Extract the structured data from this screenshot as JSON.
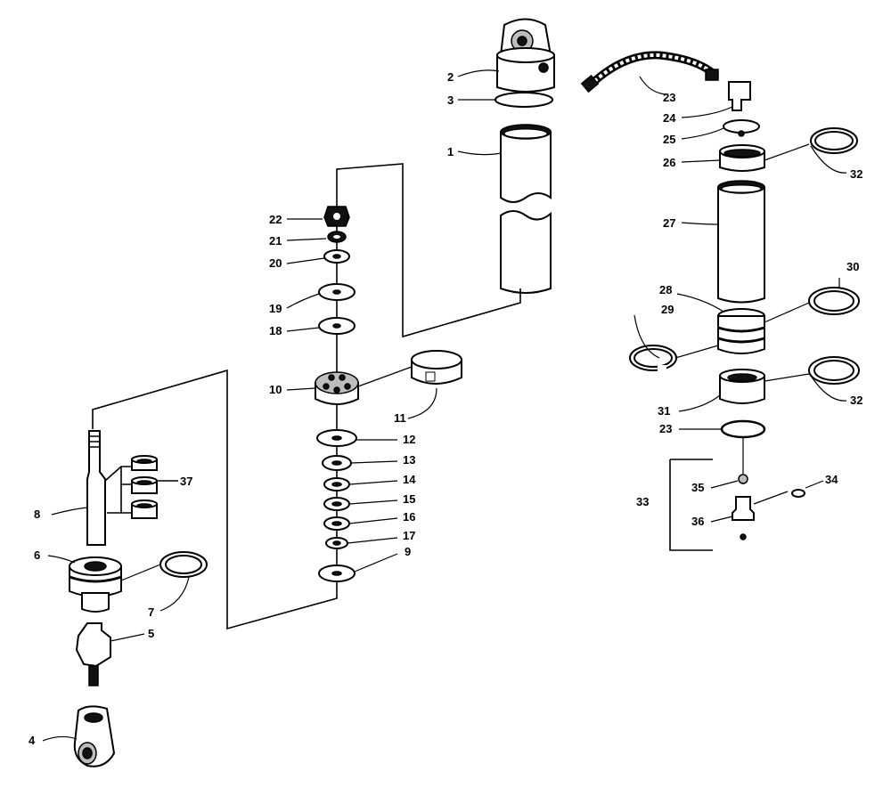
{
  "diagram": {
    "callouts": [
      {
        "id": "c1",
        "text": "1"
      },
      {
        "id": "c2",
        "text": "2"
      },
      {
        "id": "c3",
        "text": "3"
      },
      {
        "id": "c4",
        "text": "4"
      },
      {
        "id": "c5",
        "text": "5"
      },
      {
        "id": "c6",
        "text": "6"
      },
      {
        "id": "c7",
        "text": "7"
      },
      {
        "id": "c8",
        "text": "8"
      },
      {
        "id": "c9",
        "text": "9"
      },
      {
        "id": "c10",
        "text": "10"
      },
      {
        "id": "c11",
        "text": "11"
      },
      {
        "id": "c12",
        "text": "12"
      },
      {
        "id": "c13",
        "text": "13"
      },
      {
        "id": "c14",
        "text": "14"
      },
      {
        "id": "c15",
        "text": "15"
      },
      {
        "id": "c16",
        "text": "16"
      },
      {
        "id": "c17",
        "text": "17"
      },
      {
        "id": "c18",
        "text": "18"
      },
      {
        "id": "c19",
        "text": "19"
      },
      {
        "id": "c20",
        "text": "20"
      },
      {
        "id": "c21",
        "text": "21"
      },
      {
        "id": "c22",
        "text": "22"
      },
      {
        "id": "c23a",
        "text": "23"
      },
      {
        "id": "c23b",
        "text": "23"
      },
      {
        "id": "c24",
        "text": "24"
      },
      {
        "id": "c25",
        "text": "25"
      },
      {
        "id": "c26",
        "text": "26"
      },
      {
        "id": "c27",
        "text": "27"
      },
      {
        "id": "c28",
        "text": "28"
      },
      {
        "id": "c29",
        "text": "29"
      },
      {
        "id": "c30",
        "text": "30"
      },
      {
        "id": "c31",
        "text": "31"
      },
      {
        "id": "c32a",
        "text": "32"
      },
      {
        "id": "c32b",
        "text": "32"
      },
      {
        "id": "c33",
        "text": "33"
      },
      {
        "id": "c34",
        "text": "34"
      },
      {
        "id": "c35",
        "text": "35"
      },
      {
        "id": "c36",
        "text": "36"
      },
      {
        "id": "c37",
        "text": "37"
      }
    ]
  }
}
